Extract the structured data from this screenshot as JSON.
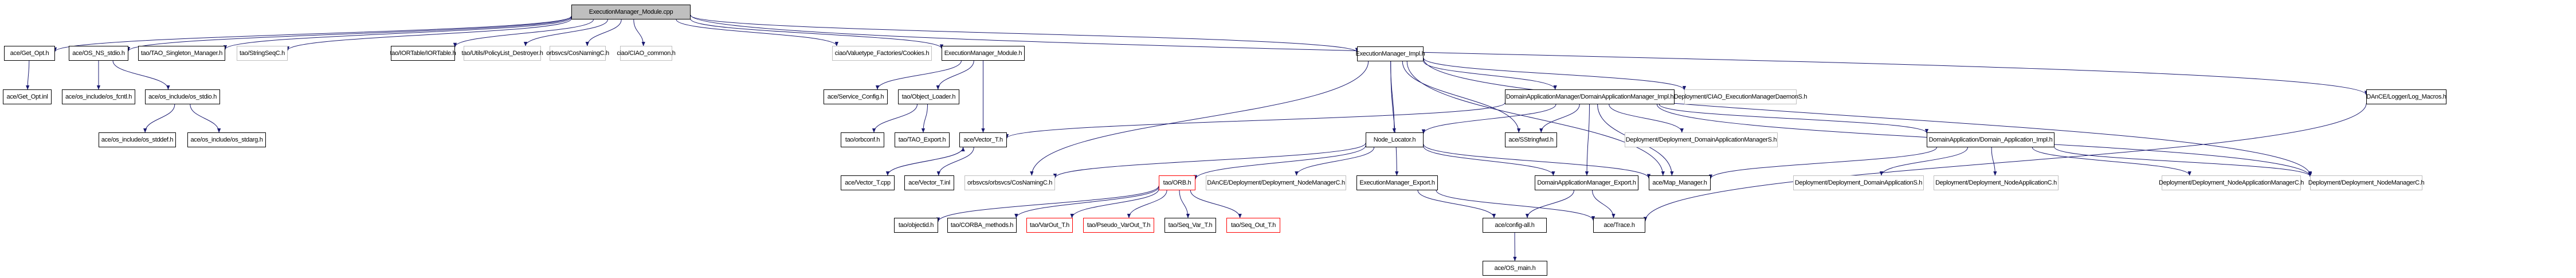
{
  "diagram": {
    "type": "include-dependency-graph",
    "root": "ExecutionManager_Module.cpp",
    "edge_color": "#191970",
    "node_styles": {
      "root": {
        "fill": "#bfbfbf",
        "border": "#000000"
      },
      "documented": {
        "fill": "#ffffff",
        "border": "#000000"
      },
      "undocumented": {
        "fill": "#ffffff",
        "border": "#bfbfbf"
      },
      "truncated": {
        "fill": "#ffffff",
        "border": "#ff0000"
      }
    },
    "nodes": [
      {
        "id": "root",
        "label": "ExecutionManager_Module.cpp",
        "style": "root"
      },
      {
        "id": "get_opt_h",
        "label": "ace/Get_Opt.h",
        "style": "documented"
      },
      {
        "id": "os_ns_stdio",
        "label": "ace/OS_NS_stdio.h",
        "style": "documented"
      },
      {
        "id": "tao_singleton",
        "label": "tao/TAO_Singleton_Manager.h",
        "style": "documented"
      },
      {
        "id": "stringseqc",
        "label": "tao/StringSeqC.h",
        "style": "undocumented"
      },
      {
        "id": "iortable",
        "label": "tao/IORTable/IORTable.h",
        "style": "documented"
      },
      {
        "id": "policylist",
        "label": "tao/Utils/PolicyList_Destroyer.h",
        "style": "undocumented"
      },
      {
        "id": "cosnaming1",
        "label": "orbsvcs/CosNamingC.h",
        "style": "undocumented"
      },
      {
        "id": "ciao_common",
        "label": "ciao/CIAO_common.h",
        "style": "undocumented"
      },
      {
        "id": "cookies",
        "label": "ciao/Valuetype_Factories/Cookies.h",
        "style": "undocumented"
      },
      {
        "id": "em_module_h",
        "label": "ExecutionManager_Module.h",
        "style": "documented"
      },
      {
        "id": "em_impl_h",
        "label": "ExecutionManager_Impl.h",
        "style": "documented"
      },
      {
        "id": "log_macros",
        "label": "DAnCE/Logger/Log_Macros.h",
        "style": "documented"
      },
      {
        "id": "get_opt_inl",
        "label": "ace/Get_Opt.inl",
        "style": "documented"
      },
      {
        "id": "os_fcntl",
        "label": "ace/os_include/os_fcntl.h",
        "style": "documented"
      },
      {
        "id": "os_stdio",
        "label": "ace/os_include/os_stdio.h",
        "style": "documented"
      },
      {
        "id": "service_config",
        "label": "ace/Service_Config.h",
        "style": "documented"
      },
      {
        "id": "object_loader",
        "label": "tao/Object_Loader.h",
        "style": "documented"
      },
      {
        "id": "dam_impl",
        "label": "DomainApplicationManager/DomainApplicationManager_Impl.h",
        "style": "documented"
      },
      {
        "id": "ciao_emd",
        "label": "Deployment/CIAO_ExecutionManagerDaemonS.h",
        "style": "undocumented"
      },
      {
        "id": "os_stddef",
        "label": "ace/os_include/os_stddef.h",
        "style": "documented"
      },
      {
        "id": "os_stdarg",
        "label": "ace/os_include/os_stdarg.h",
        "style": "documented"
      },
      {
        "id": "orbconf",
        "label": "tao/orbconf.h",
        "style": "documented"
      },
      {
        "id": "tao_export",
        "label": "tao/TAO_Export.h",
        "style": "documented"
      },
      {
        "id": "vector_t_h",
        "label": "ace/Vector_T.h",
        "style": "documented"
      },
      {
        "id": "node_locator",
        "label": "Node_Locator.h",
        "style": "documented"
      },
      {
        "id": "sstringfwd",
        "label": "ace/SStringfwd.h",
        "style": "documented"
      },
      {
        "id": "dams",
        "label": "Deployment/Deployment_DomainApplicationManagerS.h",
        "style": "undocumented"
      },
      {
        "id": "da_impl",
        "label": "DomainApplication/Domain_Application_Impl.h",
        "style": "documented"
      },
      {
        "id": "vector_t_cpp",
        "label": "ace/Vector_T.cpp",
        "style": "documented"
      },
      {
        "id": "vector_t_inl",
        "label": "ace/Vector_T.inl",
        "style": "documented"
      },
      {
        "id": "cosnaming2",
        "label": "orbsvcs/orbsvcs/CosNamingC.h",
        "style": "undocumented"
      },
      {
        "id": "orb_h",
        "label": "tao/ORB.h",
        "style": "truncated"
      },
      {
        "id": "dance_nmc",
        "label": "DAnCE/Deployment/Deployment_NodeManagerC.h",
        "style": "undocumented"
      },
      {
        "id": "em_export",
        "label": "ExecutionManager_Export.h",
        "style": "documented"
      },
      {
        "id": "dam_export",
        "label": "DomainApplicationManager_Export.h",
        "style": "documented"
      },
      {
        "id": "map_manager",
        "label": "ace/Map_Manager.h",
        "style": "documented"
      },
      {
        "id": "das",
        "label": "Deployment/Deployment_DomainApplicationS.h",
        "style": "undocumented"
      },
      {
        "id": "nac",
        "label": "Deployment/Deployment_NodeApplicationC.h",
        "style": "undocumented"
      },
      {
        "id": "namc",
        "label": "Deployment/Deployment_NodeApplicationManagerC.h",
        "style": "undocumented"
      },
      {
        "id": "nmc",
        "label": "Deployment/Deployment_NodeManagerC.h",
        "style": "undocumented"
      },
      {
        "id": "objectid",
        "label": "tao/objectid.h",
        "style": "documented"
      },
      {
        "id": "corba_methods",
        "label": "tao/CORBA_methods.h",
        "style": "documented"
      },
      {
        "id": "varout",
        "label": "tao/VarOut_T.h",
        "style": "truncated"
      },
      {
        "id": "pseudo_varout",
        "label": "tao/Pseudo_VarOut_T.h",
        "style": "truncated"
      },
      {
        "id": "seq_var",
        "label": "tao/Seq_Var_T.h",
        "style": "documented"
      },
      {
        "id": "seq_out",
        "label": "tao/Seq_Out_T.h",
        "style": "truncated"
      },
      {
        "id": "config_all",
        "label": "ace/config-all.h",
        "style": "documented"
      },
      {
        "id": "trace",
        "label": "ace/Trace.h",
        "style": "documented"
      },
      {
        "id": "os_main",
        "label": "ace/OS_main.h",
        "style": "documented"
      }
    ],
    "edges": [
      [
        "root",
        "get_opt_h"
      ],
      [
        "root",
        "os_ns_stdio"
      ],
      [
        "root",
        "tao_singleton"
      ],
      [
        "root",
        "stringseqc"
      ],
      [
        "root",
        "iortable"
      ],
      [
        "root",
        "policylist"
      ],
      [
        "root",
        "cosnaming1"
      ],
      [
        "root",
        "ciao_common"
      ],
      [
        "root",
        "cookies"
      ],
      [
        "root",
        "em_module_h"
      ],
      [
        "root",
        "em_impl_h"
      ],
      [
        "root",
        "log_macros"
      ],
      [
        "get_opt_h",
        "get_opt_inl"
      ],
      [
        "os_ns_stdio",
        "os_fcntl"
      ],
      [
        "os_ns_stdio",
        "os_stdio"
      ],
      [
        "os_stdio",
        "os_stddef"
      ],
      [
        "os_stdio",
        "os_stdarg"
      ],
      [
        "em_module_h",
        "service_config"
      ],
      [
        "em_module_h",
        "object_loader"
      ],
      [
        "em_module_h",
        "vector_t_h"
      ],
      [
        "object_loader",
        "orbconf"
      ],
      [
        "object_loader",
        "tao_export"
      ],
      [
        "vector_t_h",
        "vector_t_cpp"
      ],
      [
        "vector_t_cpp",
        "vector_t_h"
      ],
      [
        "vector_t_h",
        "vector_t_inl"
      ],
      [
        "em_impl_h",
        "cosnaming2"
      ],
      [
        "em_impl_h",
        "node_locator"
      ],
      [
        "em_impl_h",
        "em_export"
      ],
      [
        "em_impl_h",
        "sstringfwd"
      ],
      [
        "em_impl_h",
        "dam_impl"
      ],
      [
        "em_impl_h",
        "ciao_emd"
      ],
      [
        "em_impl_h",
        "map_manager"
      ],
      [
        "em_impl_h",
        "nmc"
      ],
      [
        "dam_impl",
        "vector_t_h"
      ],
      [
        "dam_impl",
        "node_locator"
      ],
      [
        "dam_impl",
        "sstringfwd"
      ],
      [
        "dam_impl",
        "dam_export"
      ],
      [
        "dam_impl",
        "map_manager"
      ],
      [
        "dam_impl",
        "dams"
      ],
      [
        "dam_impl",
        "da_impl"
      ],
      [
        "dam_impl",
        "nmc"
      ],
      [
        "node_locator",
        "cosnaming2"
      ],
      [
        "node_locator",
        "orb_h"
      ],
      [
        "node_locator",
        "dance_nmc"
      ],
      [
        "node_locator",
        "dam_export"
      ],
      [
        "node_locator",
        "map_manager"
      ],
      [
        "da_impl",
        "map_manager"
      ],
      [
        "da_impl",
        "das"
      ],
      [
        "da_impl",
        "nac"
      ],
      [
        "da_impl",
        "namc"
      ],
      [
        "da_impl",
        "nmc"
      ],
      [
        "orb_h",
        "objectid"
      ],
      [
        "orb_h",
        "corba_methods"
      ],
      [
        "orb_h",
        "varout"
      ],
      [
        "orb_h",
        "pseudo_varout"
      ],
      [
        "orb_h",
        "seq_var"
      ],
      [
        "orb_h",
        "seq_out"
      ],
      [
        "em_export",
        "config_all"
      ],
      [
        "em_export",
        "trace"
      ],
      [
        "dam_export",
        "config_all"
      ],
      [
        "dam_export",
        "trace"
      ],
      [
        "config_all",
        "os_main"
      ],
      [
        "log_macros",
        "trace"
      ]
    ]
  }
}
